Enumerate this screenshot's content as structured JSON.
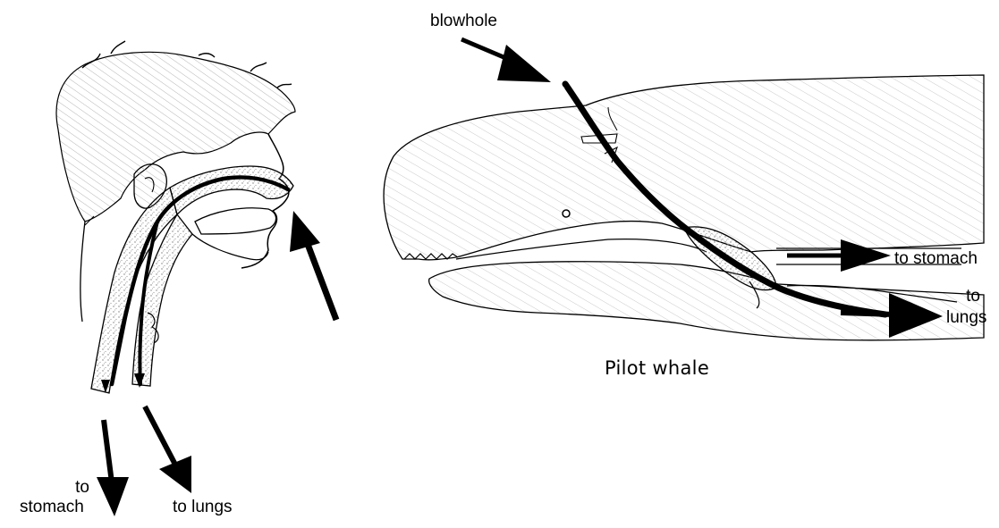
{
  "figure": {
    "human": {
      "label_stomach_line1": "to",
      "label_stomach_line2": "stomach",
      "label_lungs": "to lungs"
    },
    "whale": {
      "title": "Pilot whale",
      "label_blowhole": "blowhole",
      "label_stomach": "to stomach",
      "label_lungs_line1": "to",
      "label_lungs_line2": "lungs"
    }
  },
  "colors": {
    "ink": "#000000",
    "stipple": "#8a8a8a",
    "background": "#ffffff"
  }
}
